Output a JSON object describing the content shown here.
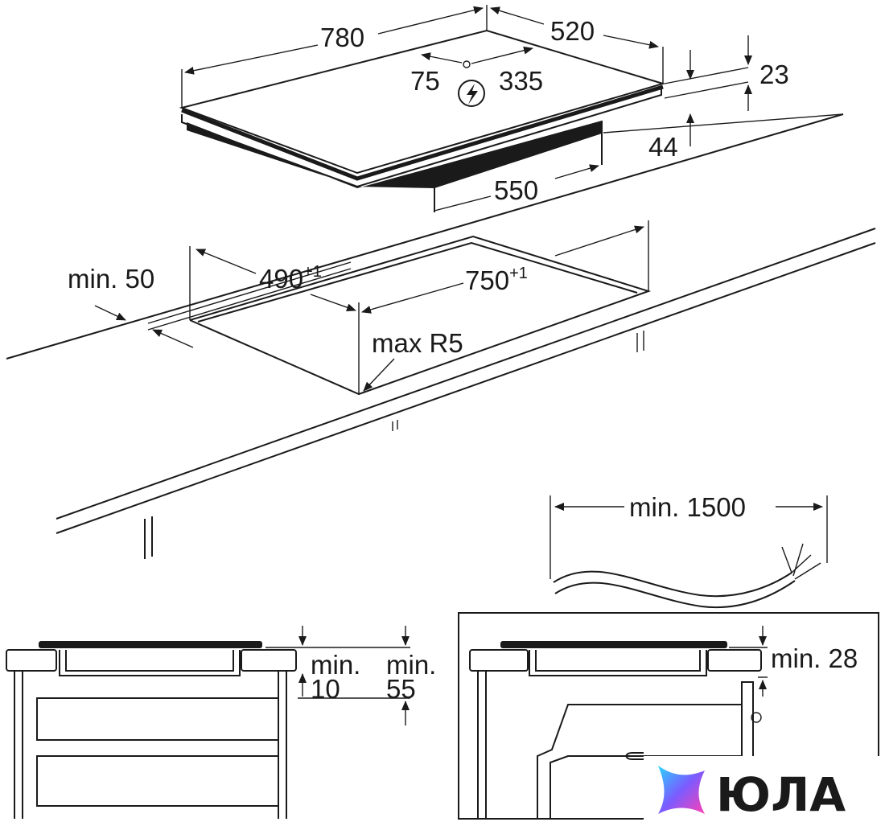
{
  "dimensions": {
    "hob_width": "780",
    "hob_depth": "520",
    "cable_offset_a": "75",
    "cable_offset_b": "335",
    "hob_thickness": "23",
    "box_height": "44",
    "box_width": "550",
    "cutout_depth": "490",
    "cutout_depth_tol": "+1",
    "cutout_width": "750",
    "cutout_width_tol": "+1",
    "front_margin": "min. 50",
    "corner_radius": "max R5",
    "cable_length": "min. 1500",
    "gap_a_label": "min.",
    "gap_a_value": "10",
    "gap_b_label": "min.",
    "gap_b_value": "55",
    "gap_c": "min. 28"
  },
  "icons": {
    "electric": "lightning-in-circle-icon",
    "logo": "star-logo-icon"
  },
  "logo": {
    "text": "ЮЛА",
    "gradient": [
      "#29d3ff",
      "#7a5cff",
      "#ff3fb4"
    ]
  }
}
